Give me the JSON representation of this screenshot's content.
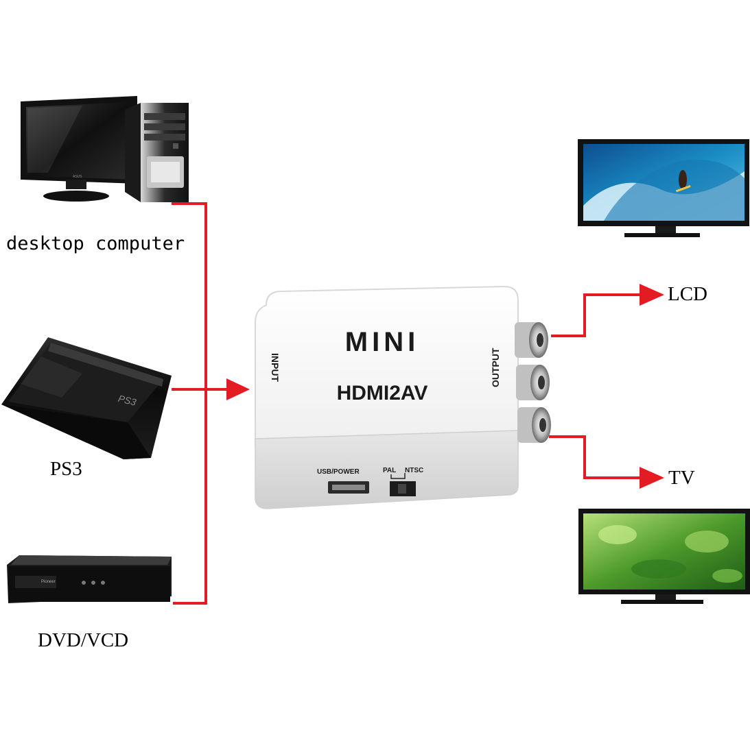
{
  "sources": [
    {
      "label": "desktop computer"
    },
    {
      "label": "PS3"
    },
    {
      "label": "DVD/VCD"
    }
  ],
  "outputs": [
    {
      "label": "LCD"
    },
    {
      "label": "TV"
    }
  ],
  "device": {
    "title": "MINI",
    "model": "HDMI2AV",
    "input_label": "INPUT",
    "output_label": "OUTPUT",
    "usb_label": "USB/POWER",
    "pal_label": "PAL",
    "ntsc_label": "NTSC"
  },
  "product_marks": {
    "monitor_brand": "ASUS",
    "console_logo": "PS3",
    "dvd_brand": "Pioneer"
  },
  "colors": {
    "arrow": "#e31b23",
    "device_body": "#f4f4f4",
    "screen_frame": "#141414"
  }
}
